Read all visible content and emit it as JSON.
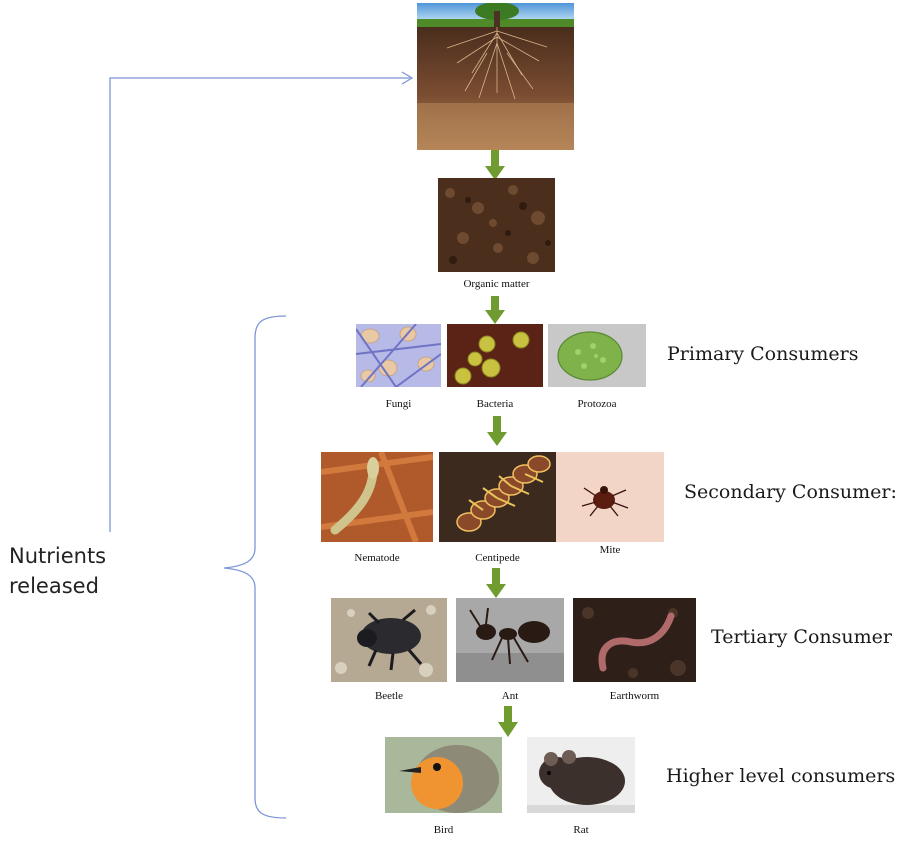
{
  "side_label": {
    "line1": "Nutrients",
    "line2": "released"
  },
  "organic": {
    "label": "Organic matter"
  },
  "levels": {
    "primary": "Primary Consumers",
    "secondary": "Secondary Consumer:",
    "tertiary": "Tertiary Consumer",
    "higher": "Higher level consumers"
  },
  "organisms": {
    "fungi": "Fungi",
    "bacteria": "Bacteria",
    "protozoa": "Protozoa",
    "nematode": "Nematode",
    "centipede": "Centipede",
    "mite": "Mite",
    "beetle": "Beetle",
    "ant": "Ant",
    "earthworm": "Earthworm",
    "bird": "Bird",
    "rat": "Rat"
  },
  "colors": {
    "arrow": "#6f9b2f",
    "connector": "#7b95d6",
    "text": "#1a1a1a"
  }
}
